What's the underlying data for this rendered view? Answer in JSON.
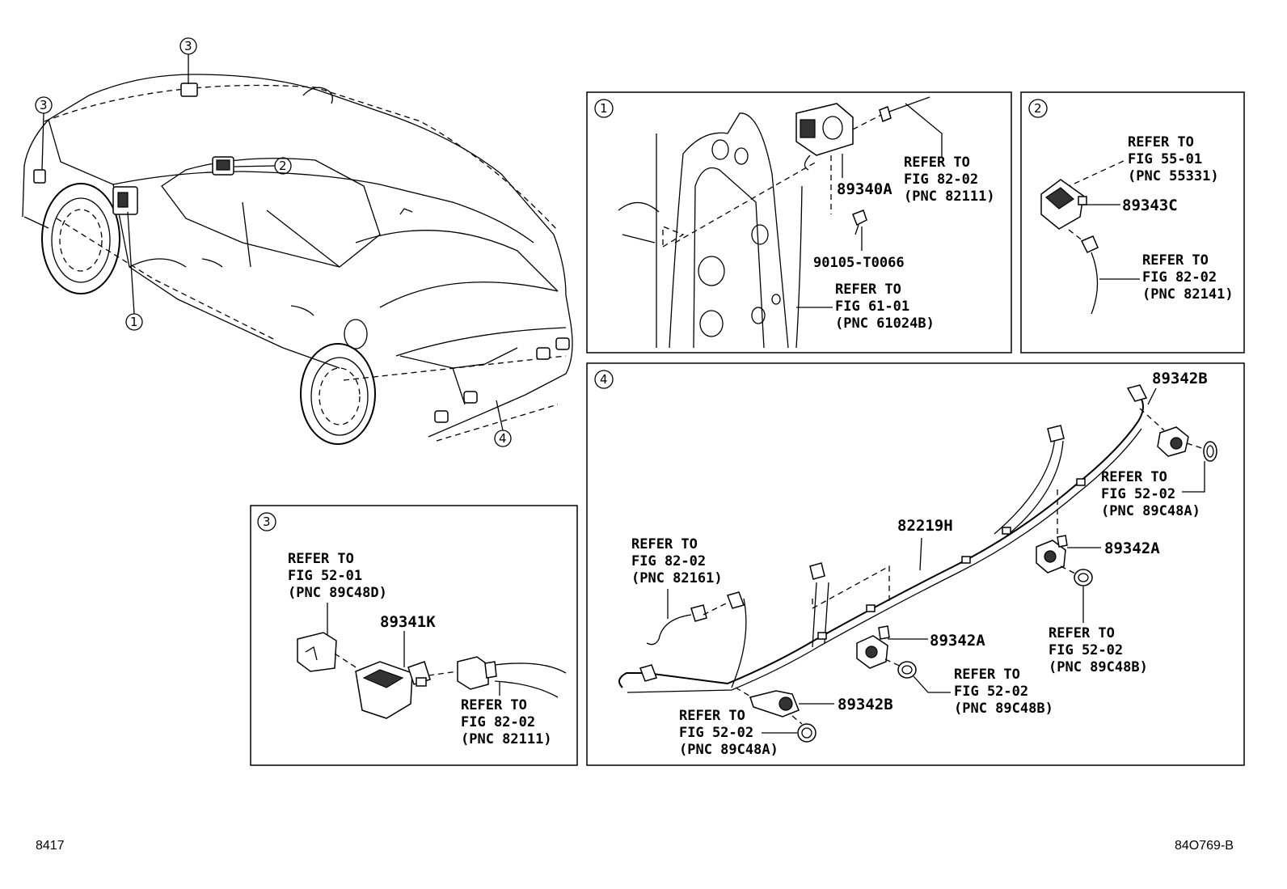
{
  "callouts": {
    "c1": "1",
    "c2": "2",
    "c3": "3",
    "c4": "4"
  },
  "panel1": {
    "parts": [
      "89340A",
      "90105-T0066"
    ],
    "refs": [
      [
        "REFER TO",
        "FIG 82-02",
        "(PNC 82111)"
      ],
      [
        "REFER TO",
        "FIG 61-01",
        "(PNC 61024B)"
      ]
    ]
  },
  "panel2": {
    "parts": [
      "89343C"
    ],
    "refs": [
      [
        "REFER TO",
        "FIG 55-01",
        "(PNC 55331)"
      ],
      [
        "REFER TO",
        "FIG 82-02",
        "(PNC 82141)"
      ]
    ]
  },
  "panel3": {
    "parts": [
      "89341K"
    ],
    "refs": [
      [
        "REFER TO",
        "FIG 52-01",
        "(PNC 89C48D)"
      ],
      [
        "REFER TO",
        "FIG 82-02",
        "(PNC 82111)"
      ]
    ]
  },
  "panel4": {
    "parts": [
      "89342B",
      "82219H",
      "89342A",
      "89342A",
      "89342B"
    ],
    "refs": [
      [
        "REFER TO",
        "FIG 52-02",
        "(PNC 89C48A)"
      ],
      [
        "REFER TO",
        "FIG 82-02",
        "(PNC 82161)"
      ],
      [
        "REFER TO",
        "FIG 52-02",
        "(PNC 89C48B)"
      ],
      [
        "REFER TO",
        "FIG 52-02",
        "(PNC 89C48B)"
      ],
      [
        "REFER TO",
        "FIG 52-02",
        "(PNC 89C48A)"
      ]
    ]
  },
  "footer": {
    "left": "8417",
    "right": "84O769-B"
  }
}
